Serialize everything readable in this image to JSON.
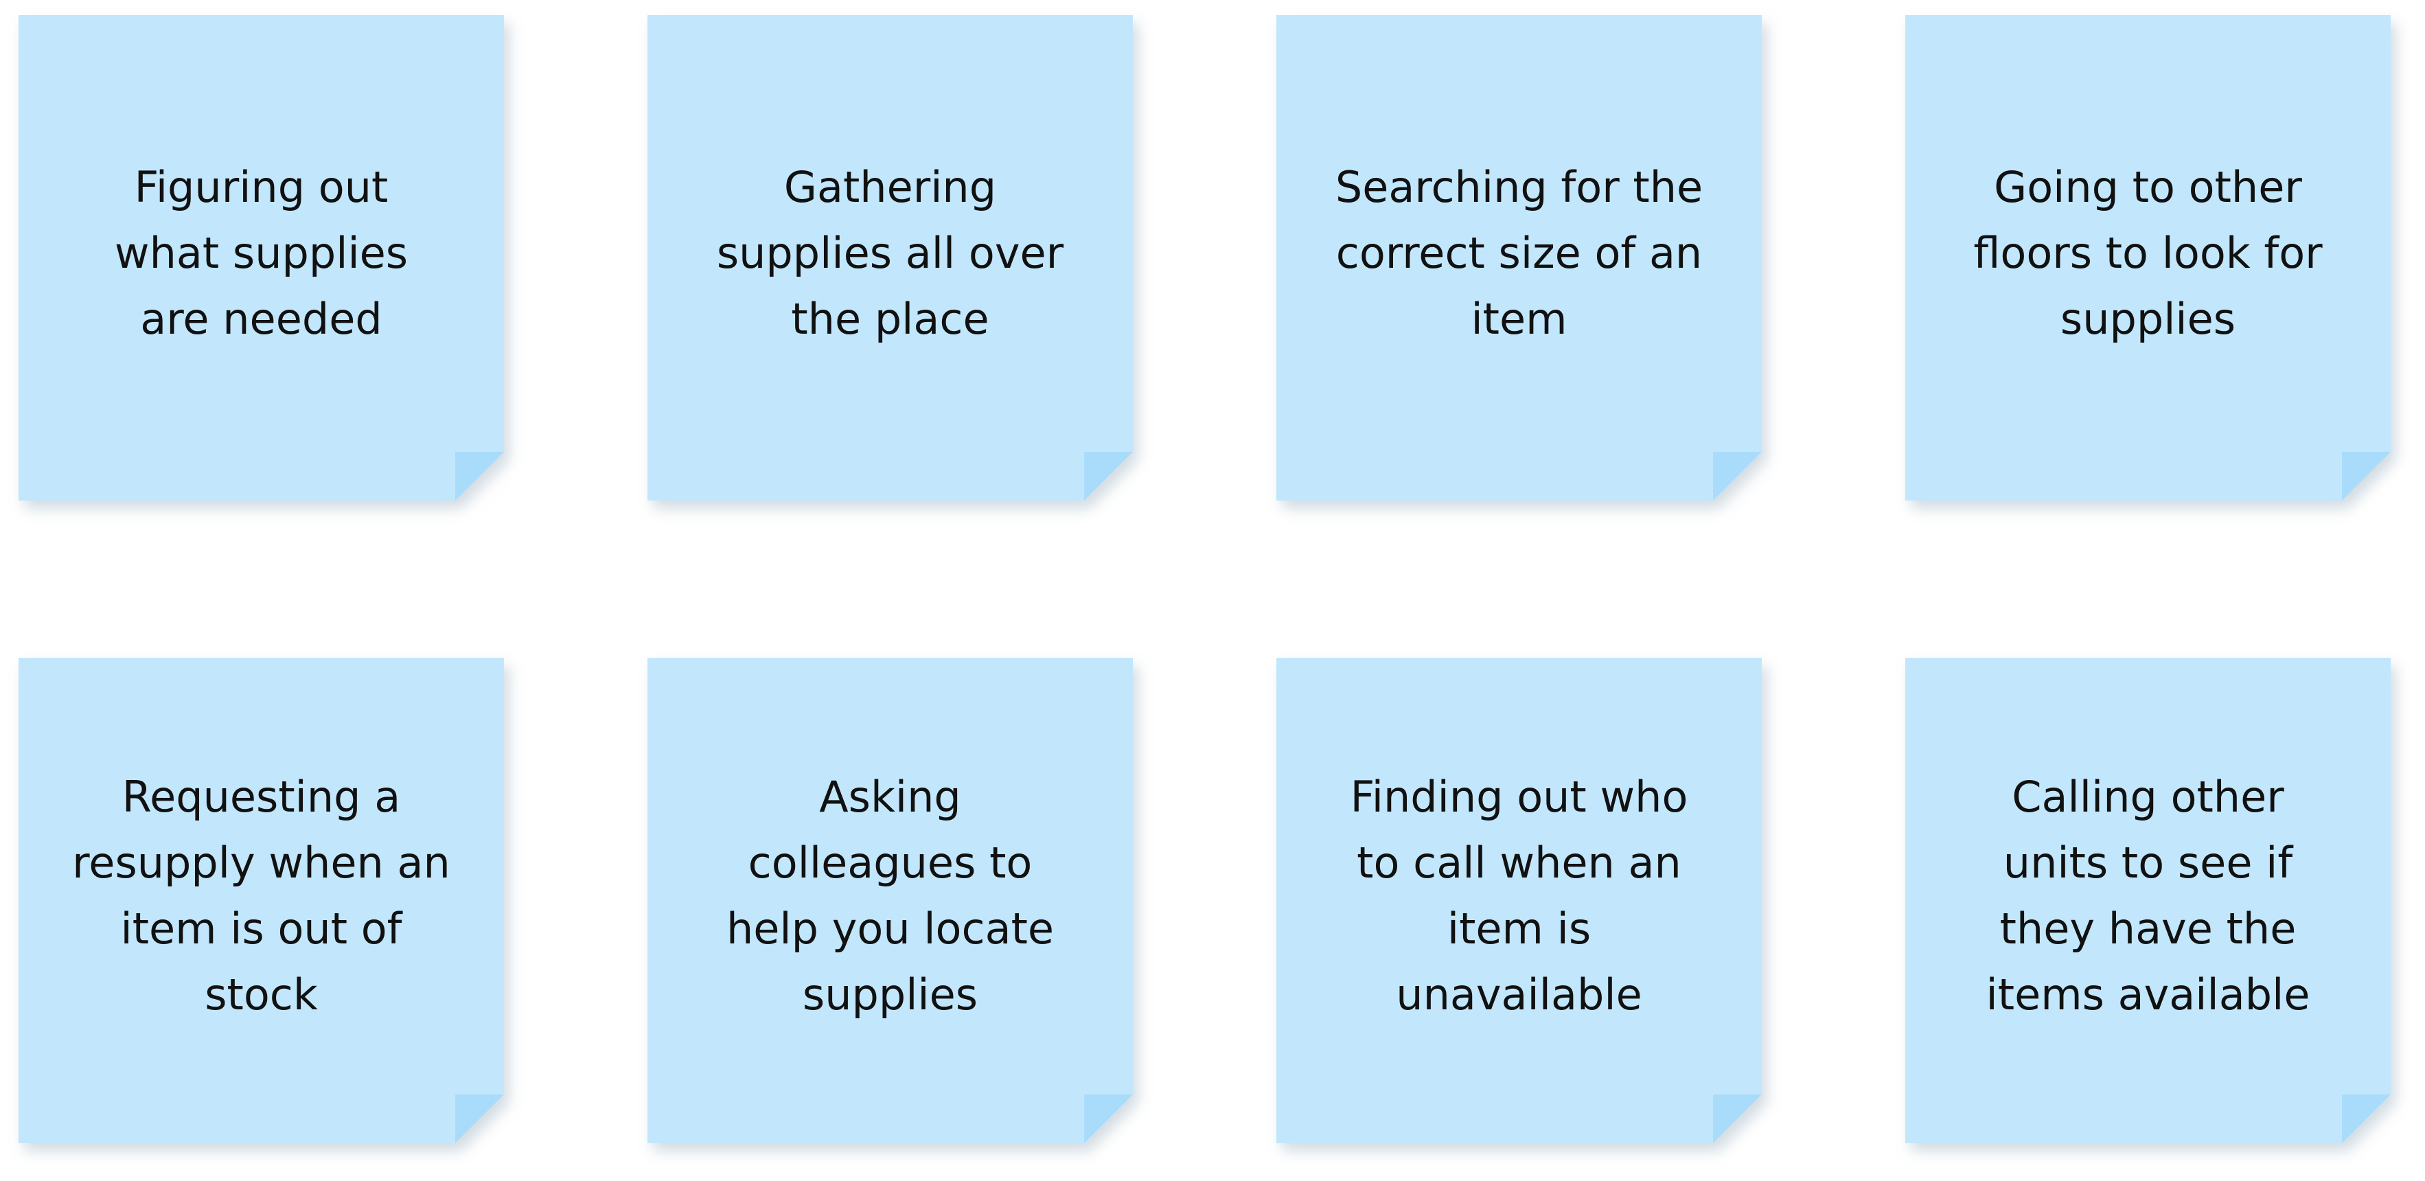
{
  "notes": [
    {
      "text": "Figuring out what supplies are needed"
    },
    {
      "text": "Gathering supplies all over the place"
    },
    {
      "text": "Searching for the correct size of an item"
    },
    {
      "text": "Going to other floors to look for supplies"
    },
    {
      "text": "Requesting a resupply when an item is out of stock"
    },
    {
      "text": "Asking colleagues to help you locate supplies"
    },
    {
      "text": "Finding out who to call when an item is unavailable"
    },
    {
      "text": "Calling other units to see if they have the items available"
    }
  ],
  "colors": {
    "note_fill": "#c2e7fc",
    "fold_fill": "#a9dcfb",
    "text": "#111111",
    "background": "#ffffff"
  }
}
